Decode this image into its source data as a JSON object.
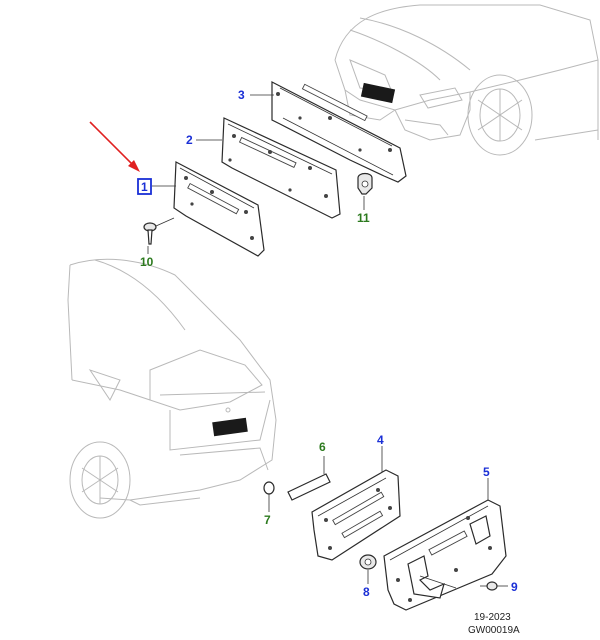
{
  "callouts": {
    "c1": "1",
    "c2": "2",
    "c3": "3",
    "c4": "4",
    "c5": "5",
    "c6": "6",
    "c7": "7",
    "c8": "8",
    "c9": "9",
    "c10": "10",
    "c11": "11"
  },
  "footer": {
    "date_code": "19-2023",
    "drawing_ref": "GW00019A"
  },
  "colors": {
    "blue_label": "#1a2fd6",
    "green_label": "#2c7a1e",
    "arrow": "#e02020"
  }
}
